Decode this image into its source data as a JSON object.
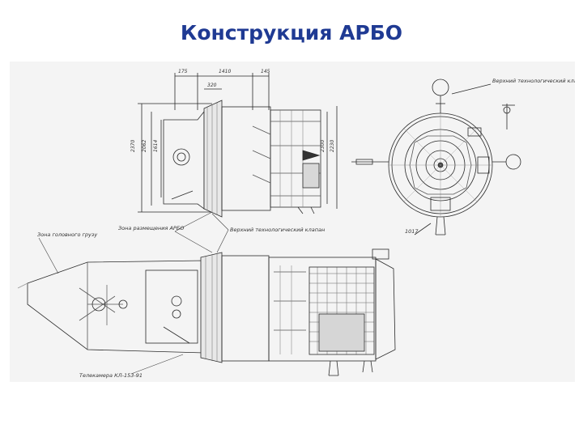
{
  "title": "Конструкция АРБО",
  "labels": {
    "zone_top": "Зона размещения АРБО",
    "hatch_top": "Верхний технологический клапан",
    "hatch_right": "Верхний технологический клапан",
    "zone_left": "Зона головного грузу",
    "bottom": "Телекамера КЛ-153-91",
    "right_small": "1017"
  },
  "dimensions": {
    "d175": "175",
    "d1410": "1410",
    "d145": "145",
    "d320": "320",
    "d2370": "2370",
    "d2062": "2062",
    "d1614": "1614",
    "d2300": "2300",
    "d2230": "2230"
  }
}
